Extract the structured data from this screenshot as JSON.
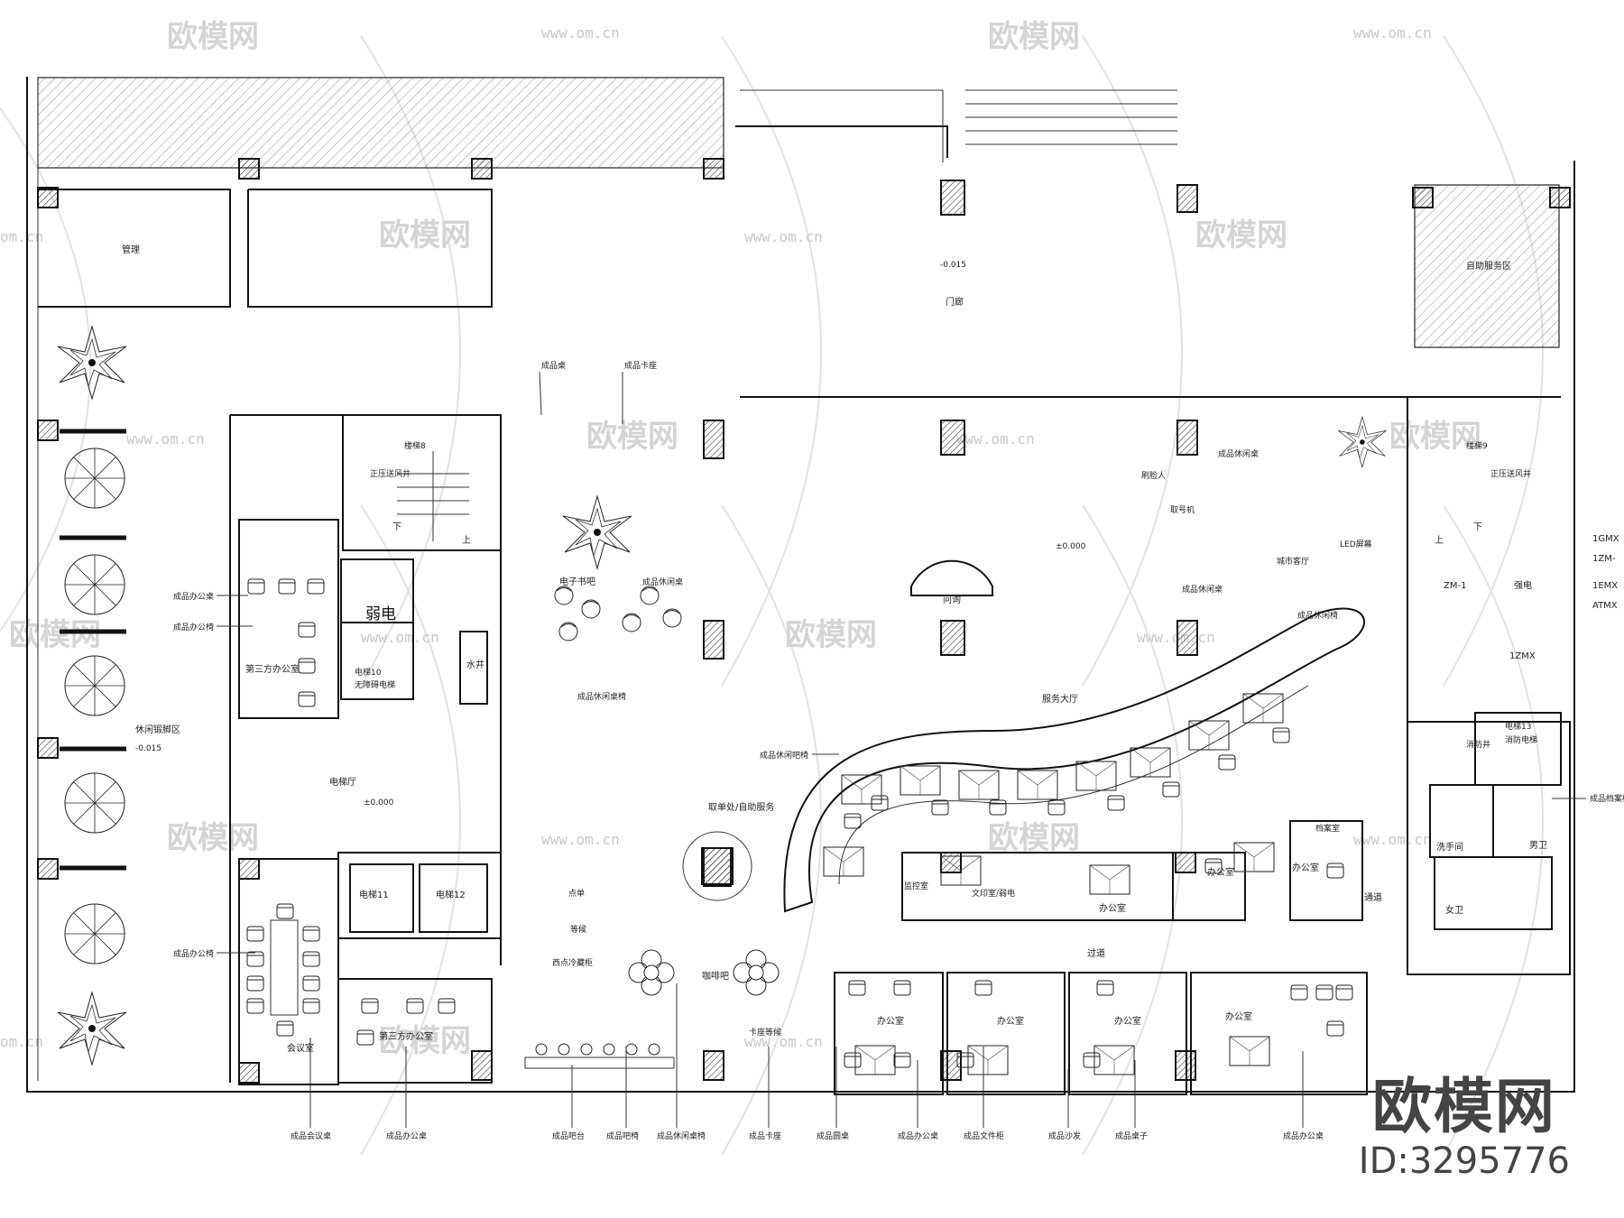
{
  "watermarks": {
    "logo_text": "欧模网",
    "url_text": "www.om.cn",
    "url_short": "om.cn"
  },
  "brand": {
    "logo": "欧模网",
    "id": "ID:3295776"
  },
  "rooms": {
    "guanli": "管理",
    "self_service": "自助服务区",
    "menlang": "门廊",
    "menlang_level": "-0.015",
    "stair8": "楼梯8",
    "pressure_fan": "正压送风井",
    "down": "下",
    "up": "上",
    "weak_elec": "弱电",
    "water": "水井",
    "third_office": "第三方办公室",
    "elevator10": "电梯10",
    "elevator10_sub": "无障碍电梯",
    "leisure_area": "休闲锻脚区",
    "leisure_level": "-0.015",
    "elevator_hall": "电梯厅",
    "hall_level": "±0.000",
    "elevator11": "电梯11",
    "elevator12": "电梯12",
    "meeting": "会议室",
    "third_office2": "第三方办公室",
    "e_reading": "电子书吧",
    "main_level": "±0.000",
    "consult": "问询",
    "service_hall": "服务大厅",
    "city_hall": "城市客厅",
    "led": "LED屏幕",
    "photo": "刷脸人",
    "queue_machine": "取号机",
    "order_service": "取单处/自助服务",
    "coffee": "咖啡吧",
    "booth_wait": "卡座等候",
    "order_point": "点单",
    "wait": "等候",
    "fridge": "西点冷藏柜",
    "monitor": "监控室",
    "print_room": "文印室/弱电",
    "office": "办公室",
    "archive": "档案室",
    "corridor": "通道",
    "aisle": "过道",
    "stair9": "楼梯9",
    "pressure_fan2": "正压送风井",
    "strong_elec": "强电",
    "elevator13": "电梯13",
    "elevator13_sub": "消防电梯",
    "wash": "洗手间",
    "male_wc": "男卫",
    "female_wc": "女卫",
    "fire_shaft": "消防井",
    "door_1gmx": "1GMX",
    "door_1zm": "1ZM-",
    "door_1emx": "1EMX",
    "door_atmx": "ATMX",
    "door_zm1": "ZM-1",
    "door_1zmx": "1ZMX"
  },
  "annotations": {
    "table": "成品桌",
    "booth": "成品卡座",
    "office_desk": "成品办公桌",
    "office_chair": "成品办公椅",
    "leisure_table": "成品休闲桌",
    "leisure_chair": "成品休闲椅",
    "leisure_tables_chairs": "成品休闲桌椅",
    "leisure_bar_chair": "成品休闲吧椅",
    "archive_cabinet": "成品档案柜",
    "leisure_table2": "成品休闲桌",
    "leisure_table3": "成品休闲桌"
  },
  "bottom_labels": [
    "成品会议桌",
    "成品办公桌",
    "成品吧台",
    "成品吧椅",
    "成品休闲桌椅",
    "成品卡座",
    "成品圆桌",
    "成品办公桌",
    "成品文件柜",
    "成品沙发",
    "成品桌子",
    "成品办公桌"
  ]
}
